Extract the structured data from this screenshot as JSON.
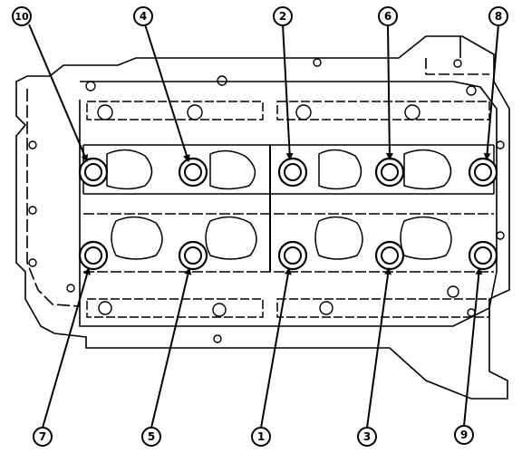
{
  "diagram": {
    "subject": "cylinder head bolt tightening sequence",
    "labels": [
      "1",
      "2",
      "3",
      "4",
      "5",
      "6",
      "7",
      "8",
      "9",
      "10"
    ],
    "line_color": "#000000",
    "background": "#ffffff",
    "callouts": [
      {
        "label": "10",
        "row": "top",
        "bolt_column": 1
      },
      {
        "label": "4",
        "row": "top",
        "bolt_column": 2
      },
      {
        "label": "2",
        "row": "top",
        "bolt_column": 3
      },
      {
        "label": "6",
        "row": "top",
        "bolt_column": 4
      },
      {
        "label": "8",
        "row": "top",
        "bolt_column": 5
      },
      {
        "label": "7",
        "row": "bottom",
        "bolt_column": 1
      },
      {
        "label": "5",
        "row": "bottom",
        "bolt_column": 2
      },
      {
        "label": "1",
        "row": "bottom",
        "bolt_column": 3
      },
      {
        "label": "3",
        "row": "bottom",
        "bolt_column": 4
      },
      {
        "label": "9",
        "row": "bottom",
        "bolt_column": 5
      }
    ]
  }
}
